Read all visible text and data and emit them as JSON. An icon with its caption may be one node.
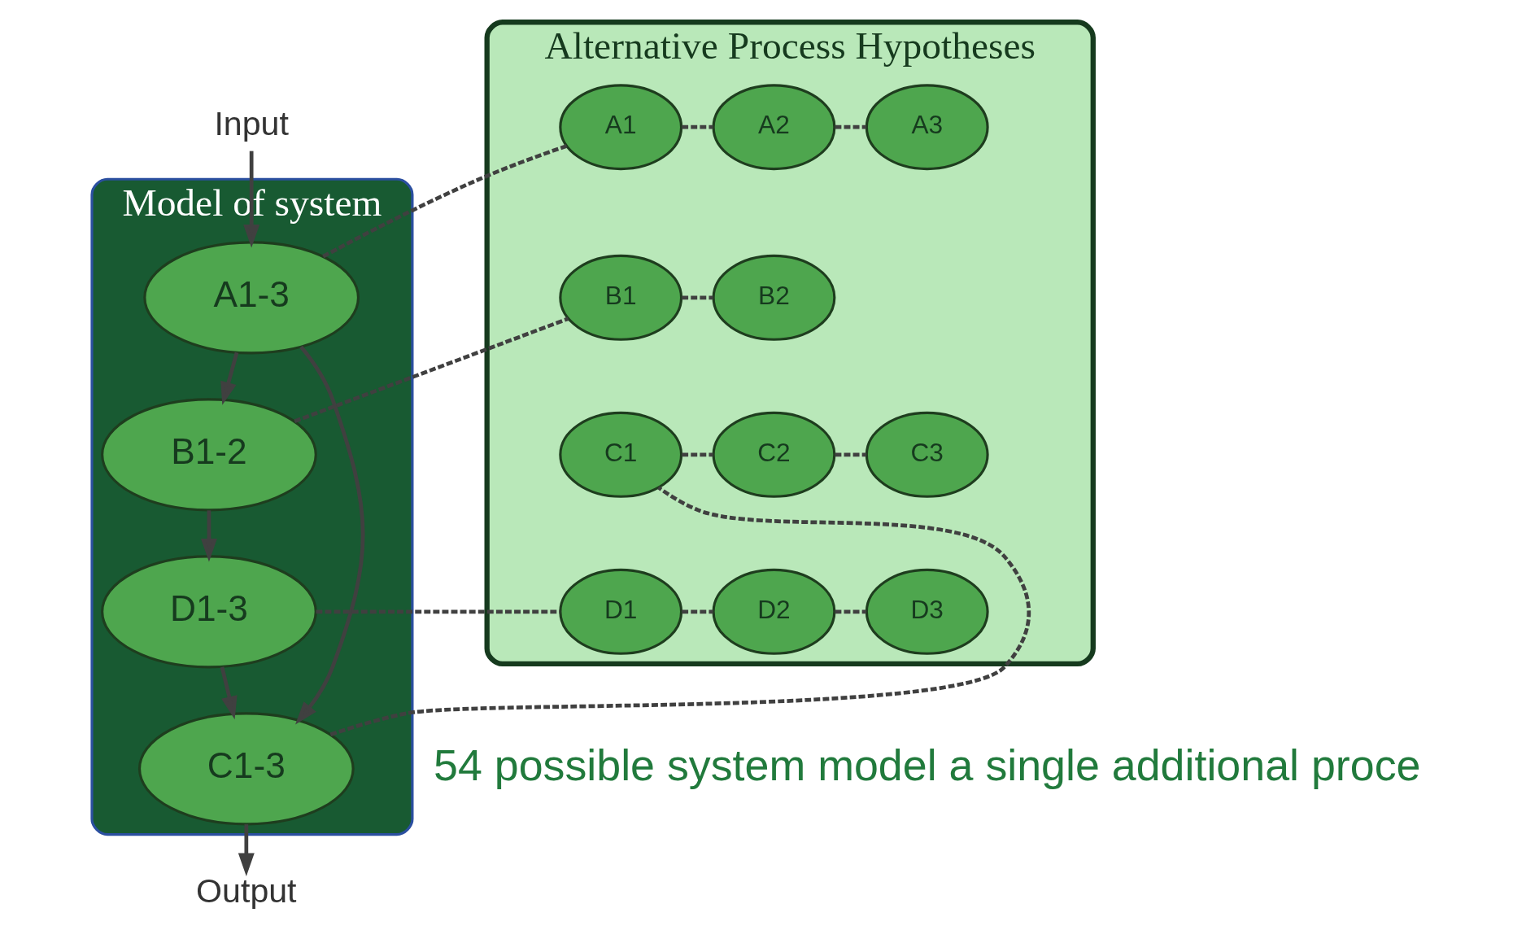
{
  "diagram": {
    "nodes": [
      {
        "text": [
          "Input"
        ]
      },
      {
        "text": [
          "Model of system"
        ]
      },
      {
        "text": [
          "A1-3"
        ],
        "in": 1
      },
      {
        "text": [
          "B1-2"
        ],
        "in": 1
      },
      {
        "text": [
          "C1-3"
        ],
        "in": 1
      },
      {
        "text": [
          "D1-3"
        ],
        "in": 1
      },
      {
        "text": [
          "Output"
        ]
      },
      {
        "text": [
          "Alternative Process Hypotheses"
        ]
      },
      {
        "text": [
          "A1"
        ],
        "in": 7
      },
      {
        "text": [
          "A2"
        ],
        "in": 7
      },
      {
        "text": [
          "A3"
        ],
        "in": 7
      },
      {
        "text": [
          "B1"
        ],
        "in": 7
      },
      {
        "text": [
          "B2"
        ],
        "in": 7
      },
      {
        "text": [
          "C1"
        ],
        "in": 7
      },
      {
        "text": [
          "C2"
        ],
        "in": 7
      },
      {
        "text": [
          "C3"
        ],
        "in": 7
      },
      {
        "text": [
          "D1"
        ],
        "in": 7
      },
      {
        "text": [
          "D2"
        ],
        "in": 7
      },
      {
        "text": [
          "D3"
        ],
        "in": 7
      }
    ],
    "edges": [
      {
        "from": 0,
        "to": 2,
        "arrow": "to"
      },
      {
        "from": 2,
        "to": 3,
        "arrow": "to"
      },
      {
        "from": 2,
        "to": 4,
        "arrow": "to"
      },
      {
        "from": 3,
        "to": 5,
        "arrow": "to"
      },
      {
        "from": 5,
        "to": 4,
        "arrow": "to"
      },
      {
        "from": 4,
        "to": 6,
        "arrow": "to"
      },
      {
        "from": 2,
        "to": 8,
        "arrow": "none",
        "style": "dashed"
      },
      {
        "from": 8,
        "to": 9,
        "arrow": "none",
        "style": "dashed"
      },
      {
        "from": 9,
        "to": 10,
        "arrow": "none",
        "style": "dashed"
      },
      {
        "from": 3,
        "to": 11,
        "arrow": "none",
        "style": "dashed"
      },
      {
        "from": 11,
        "to": 12,
        "arrow": "none",
        "style": "dashed"
      },
      {
        "from": 4,
        "to": 13,
        "arrow": "none",
        "style": "dashed"
      },
      {
        "from": 13,
        "to": 14,
        "arrow": "none",
        "style": "dashed"
      },
      {
        "from": 14,
        "to": 15,
        "arrow": "none",
        "style": "dashed"
      },
      {
        "from": 5,
        "to": 16,
        "arrow": "none",
        "style": "dashed"
      },
      {
        "from": 16,
        "to": 17,
        "arrow": "none",
        "style": "dashed"
      },
      {
        "from": 17,
        "to": 18,
        "arrow": "none",
        "style": "dashed"
      }
    ],
    "labels": [
      "54 possible system model a single additional proce"
    ]
  }
}
